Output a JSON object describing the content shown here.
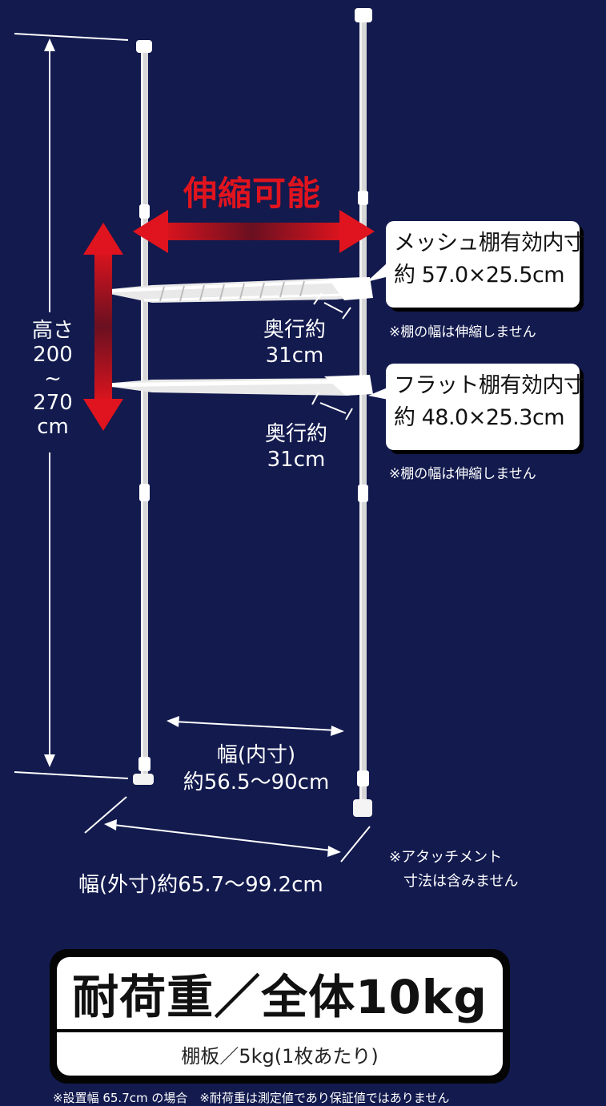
{
  "colors": {
    "background": "#121a4e",
    "accent_red": "#e0141e",
    "pole": "#dcdcdc",
    "white": "#ffffff"
  },
  "headline": "伸縮可能",
  "height_label": {
    "line1": "高さ",
    "line2": "200",
    "line3": "~",
    "line4": "270",
    "line5": "cm"
  },
  "mesh_shelf": {
    "title": "メッシュ棚有効内寸",
    "size": "約 57.0×25.5cm",
    "note": "※棚の幅は伸縮しません",
    "depth_label": "奥行約",
    "depth_value": "31cm"
  },
  "flat_shelf": {
    "title": "フラット棚有効内寸",
    "size": "約 48.0×25.3cm",
    "note": "※棚の幅は伸縮しません",
    "depth_label": "奥行約",
    "depth_value": "31cm"
  },
  "inner_width": {
    "label": "幅(内寸)",
    "value": "約56.5～90cm"
  },
  "outer_width": {
    "label": "幅(外寸)約65.7～99.2cm"
  },
  "attachment_note": {
    "line1": "※アタッチメント",
    "line2": "寸法は含みません"
  },
  "load": {
    "main": "耐荷重／全体10kg",
    "sub": "棚板／5kg(1枚あたり)"
  },
  "footnote": "※設置幅 65.7cm の場合　※耐荷重は測定値であり保証値ではありません"
}
